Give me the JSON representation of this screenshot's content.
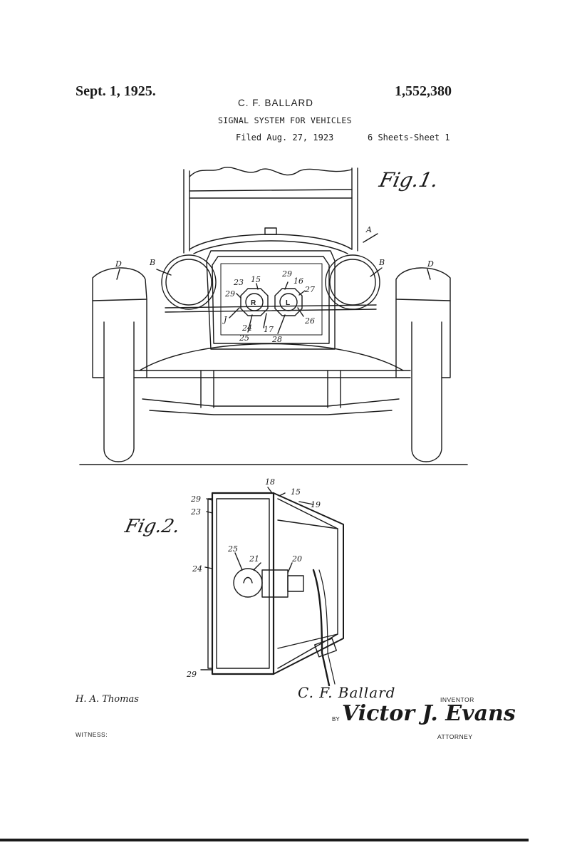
{
  "header": {
    "date": "Sept. 1, 1925.",
    "patent_number": "1,552,380",
    "inventor": "C. F. BALLARD",
    "title": "SIGNAL SYSTEM FOR VEHICLES",
    "filed": "Filed Aug. 27, 1923",
    "sheets": "6 Sheets-Sheet 1"
  },
  "figures": {
    "fig1_label": "Fig.1.",
    "fig2_label": "Fig.2.",
    "fig1_refs": {
      "A": "A",
      "B_left": "B",
      "B_right": "B",
      "D_left": "D",
      "D_right": "D",
      "r15": "15",
      "r16": "16",
      "r17": "17",
      "r23": "23",
      "r24": "24",
      "r25": "25",
      "r26": "26",
      "r27": "27",
      "r28": "28",
      "r29_left": "29",
      "r29_top": "29",
      "J": "J",
      "lamp_left_letter": "R",
      "lamp_right_letter": "L"
    },
    "fig2_refs": {
      "r18": "18",
      "r15": "15",
      "r19": "19",
      "r29_top": "29",
      "r23": "23",
      "r25": "25",
      "r21": "21",
      "r20": "20",
      "r24": "24",
      "r29_bottom": "29"
    }
  },
  "signatures": {
    "witness_signature": "H. A. Thomas",
    "witness_caption": "WITNESS:",
    "inventor_signature": "C. F. Ballard",
    "inventor_caption": "INVENTOR",
    "by": "BY",
    "attorney_signature": "Victor J. Evans",
    "attorney_caption": "ATTORNEY"
  }
}
